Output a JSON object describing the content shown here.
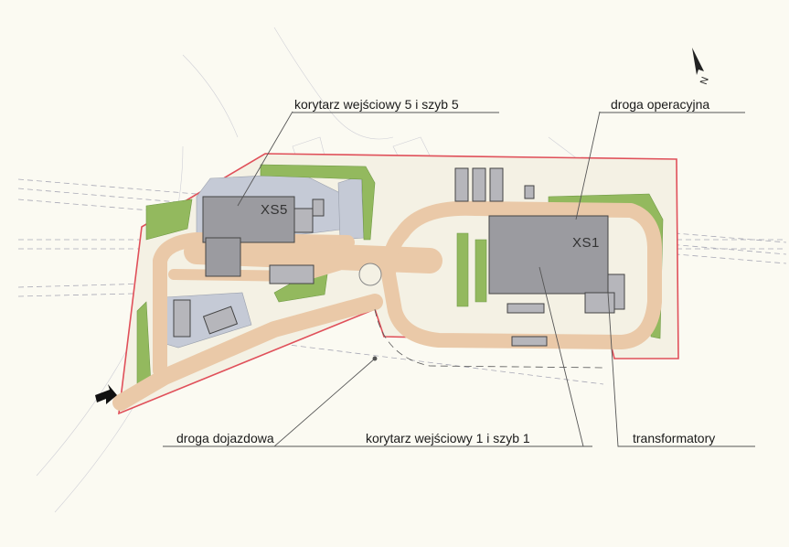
{
  "labels": {
    "corridor_5": "korytarz wejściowy 5 i szyb 5",
    "operational_road": "droga operacyjna",
    "access_road": "droga dojazdowa",
    "corridor_1": "korytarz wejściowy 1 i szyb 1",
    "transformers": "transformatory"
  },
  "buildings": {
    "xs5": "XS5",
    "xs1": "XS1"
  },
  "north_symbol": "N",
  "colors": {
    "site_boundary": "#e0505a",
    "road": "#eac9a8",
    "greenery": "#93b95e",
    "building": "#9b9ba0",
    "paved_area": "#c5cad6"
  }
}
